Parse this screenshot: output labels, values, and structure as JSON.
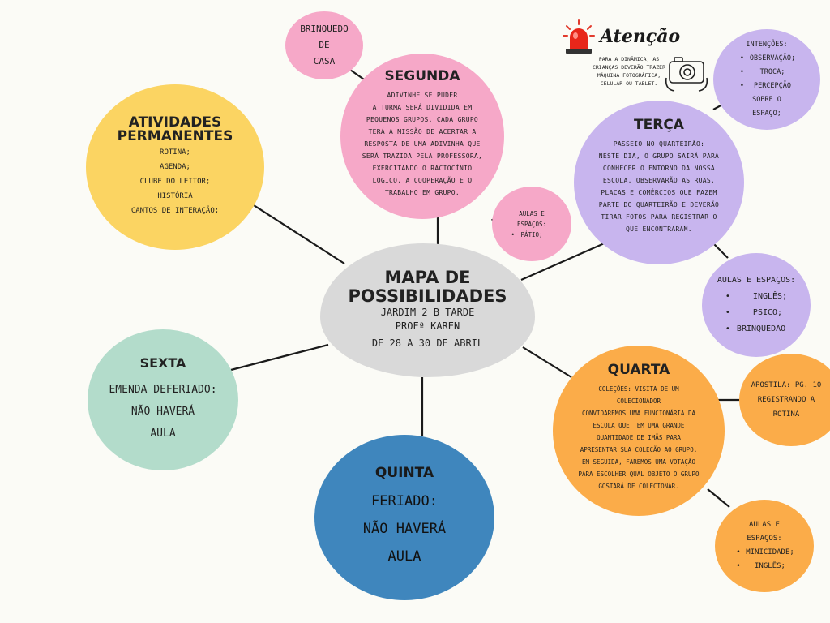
{
  "center": {
    "title_line1": "MAPA DE",
    "title_line2": "POSSIBILIDADES",
    "line1": "JARDIM 2 B TARDE",
    "line2": "PROFª KAREN",
    "line3": "DE 28 A 30 DE ABRIL"
  },
  "brinquedo": {
    "line1": "BRINQUEDO",
    "line2": "DE",
    "line3": "CASA"
  },
  "segunda": {
    "title": "SEGUNDA",
    "lines": [
      "ADIVINHE SE PUDER",
      "A TURMA SERÁ DIVIDIDA EM",
      "PEQUENOS GRUPOS. CADA GRUPO",
      "TERÁ A MISSÃO DE ACERTAR A",
      "RESPOSTA DE UMA ADIVINHA QUE",
      "SERÁ TRAZIDA PELA PROFESSORA,",
      "EXERCITANDO O RACIOCÍNIO",
      "LÓGICO, A COOPERAÇÃO E O",
      "TRABALHO EM GRUPO."
    ]
  },
  "segunda_aulas": {
    "line1": "AULAS E",
    "line2": "ESPAÇOS:",
    "item1": "PÁTIO;"
  },
  "atividades": {
    "title1": "ATIVIDADES",
    "title2": "PERMANENTES",
    "items": [
      "ROTINA;",
      "AGENDA;",
      "CLUBE DO LEITOR;",
      "HISTÓRIA",
      "CANTOS DE INTERAÇÃO;"
    ]
  },
  "atencao": {
    "title": "Atenção",
    "lines": [
      "PARA A DINÂMICA, AS",
      "CRIANÇAS DEVERÃO TRAZER",
      "MÁQUINA FOTOGRÁFICA,",
      "CELULAR OU TABLET."
    ]
  },
  "intencoes": {
    "title": "INTENÇÕES:",
    "item1": "OBSERVAÇÃO;",
    "item2": "TROCA;",
    "item3a": "PERCEPÇÃO",
    "item3b": "SOBRE O",
    "item3c": "ESPAÇO;"
  },
  "terca": {
    "title": "TERÇA",
    "lines": [
      "PASSEIO NO QUARTEIRÃO:",
      "NESTE DIA, O GRUPO SAIRÁ PARA",
      "CONHECER O ENTORNO DA NOSSA",
      "ESCOLA. OBSERVARÃO AS RUAS,",
      "PLACAS E COMÉRCIOS QUE FAZEM",
      "PARTE DO QUARTEIRÃO E DEVERÃO",
      "TIRAR FOTOS PARA REGISTRAR O",
      "QUE ENCONTRARAM."
    ]
  },
  "terca_aulas": {
    "title": "AULAS E ESPAÇOS:",
    "item1": "INGLÊS;",
    "item2": "PSICO;",
    "item3": "BRINQUEDÃO"
  },
  "sexta": {
    "title": "SEXTA",
    "line1": "EMENDA DEFERIADO:",
    "line2": "NÃO HAVERÁ",
    "line3": "AULA"
  },
  "quinta": {
    "title": "QUINTA",
    "line1": "FERIADO:",
    "line2": "NÃO HAVERÁ",
    "line3": "AULA"
  },
  "quarta": {
    "title": "QUARTA",
    "lines": [
      "COLEÇÕES: VISITA DE UM",
      "COLECIONADOR",
      "CONVIDAREMOS UMA FUNCIONÁRIA DA",
      "ESCOLA QUE TEM UMA GRANDE",
      "QUANTIDADE DE IMÃS PARA",
      "APRESENTAR SUA COLEÇÃO AO GRUPO.",
      "EM SEGUIDA, FAREMOS UMA VOTAÇÃO",
      "PARA ESCOLHER QUAL OBJETO O GRUPO",
      "GOSTARÁ DE COLECIONAR."
    ]
  },
  "apostila": {
    "line1": "APOSTILA: PG. 10",
    "line2": "REGISTRANDO A",
    "line3": "ROTINA"
  },
  "quarta_aulas": {
    "line1": "AULAS E",
    "line2": "ESPAÇOS:",
    "item1": "MINICIDADE;",
    "item2": "INGLÊS;"
  },
  "colors": {
    "pink": "#f6a8c8",
    "yellow": "#fbd462",
    "purple": "#c8b5ee",
    "green": "#b3dccb",
    "blue": "#3f86bd",
    "orange": "#fbac49",
    "gray": "#d9d9d9",
    "background": "#fbfbf6"
  }
}
